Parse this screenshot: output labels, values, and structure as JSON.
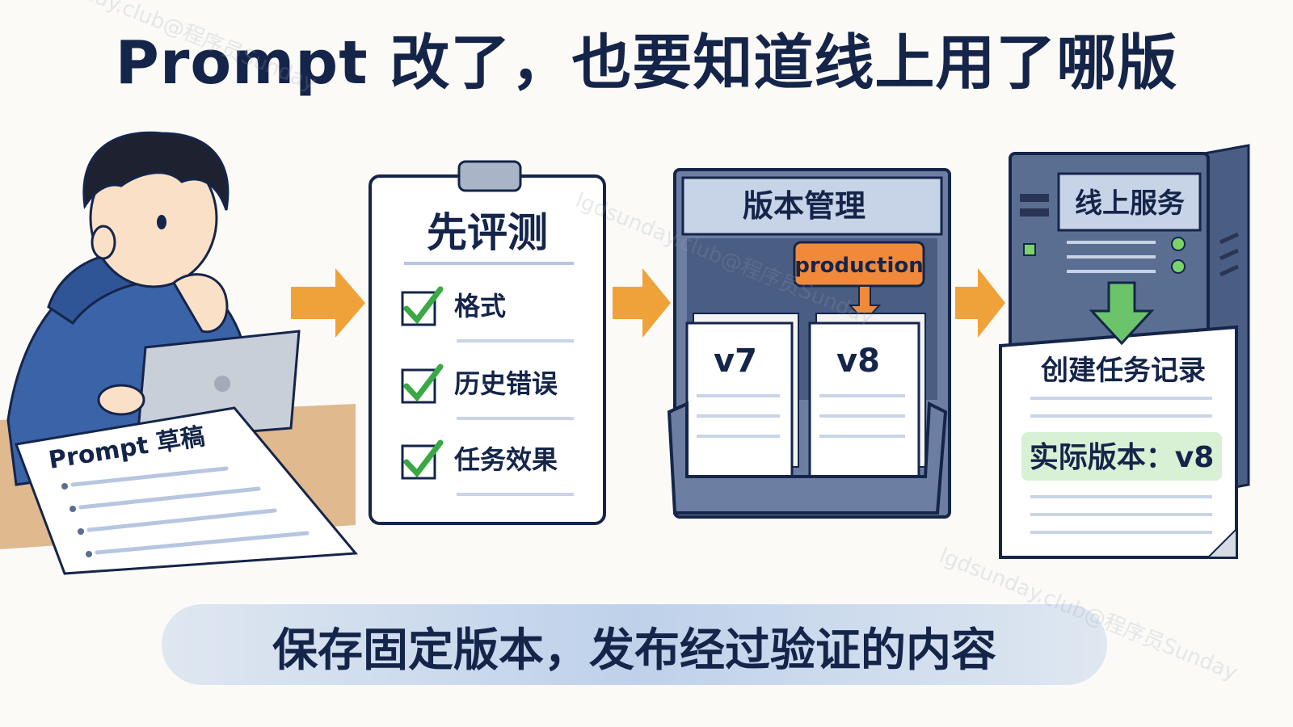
{
  "title": "Prompt 改了，也要知道线上用了哪版",
  "draft_label": "Prompt 草稿",
  "eval": {
    "heading": "先评测",
    "items": [
      "格式",
      "历史错误",
      "任务效果"
    ]
  },
  "version_box": {
    "heading": "版本管理",
    "tag": "production",
    "versions": [
      "v7",
      "v8"
    ]
  },
  "service": {
    "heading": "线上服务",
    "doc_title": "创建任务记录",
    "actual_version": "实际版本：v8"
  },
  "bottom_caption": "保存固定版本，发布经过验证的内容",
  "watermark": "lgdsunday.club@程序员Sunday",
  "colors": {
    "ink": "#15254a",
    "arrow": "#f0a23a",
    "tag": "#f08a3a",
    "check": "#3aa845",
    "hoodie": "#3a63a8",
    "server": "#5a6e92",
    "highlight": "#d8f0d4"
  }
}
